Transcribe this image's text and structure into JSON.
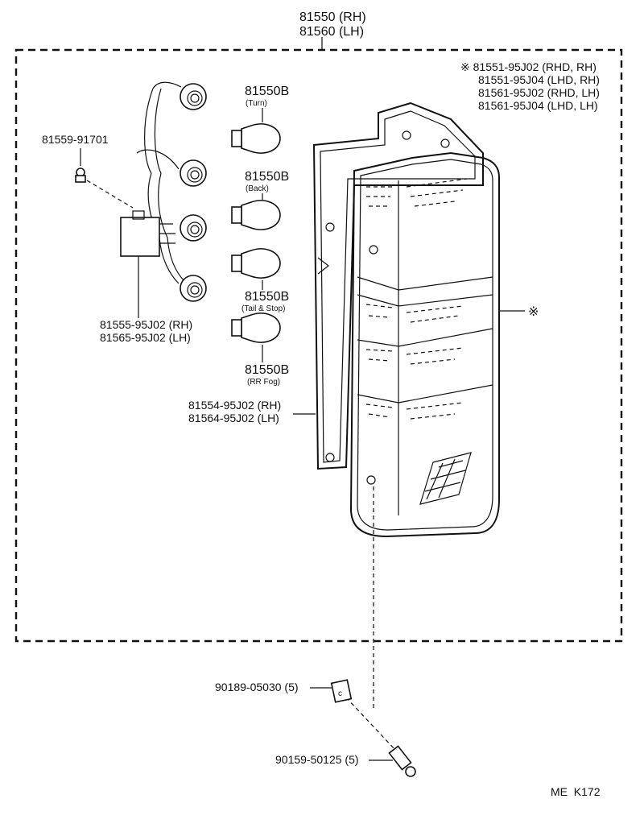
{
  "assembly": {
    "rh": "81550 (RH)",
    "lh": "81560 (LH)"
  },
  "lens_parts": [
    "※ 81551-95J02 (RHD, RH)",
    "81551-95J04 (LHD, RH)",
    "81561-95J02 (RHD, LH)",
    "81561-95J04 (LHD, LH)"
  ],
  "lens_marker": "※",
  "screw_top": "81559-91701",
  "socket_wire": {
    "rh": "81555-95J02 (RH)",
    "lh": "81565-95J02 (LH)"
  },
  "bulbs": [
    {
      "part": "81550B",
      "desc": "(Turn)"
    },
    {
      "part": "81550B",
      "desc": "(Back)"
    },
    {
      "part": "81550B",
      "desc": "(Tail & Stop)"
    },
    {
      "part": "81550B",
      "desc": "(RR Fog)"
    }
  ],
  "gasket": {
    "rh": "81554-95J02 (RH)",
    "lh": "81564-95J02 (LH)"
  },
  "nut": "90189-05030 (5)",
  "screw_bottom": "90159-50125 (5)",
  "diagram_code": "ME  K172"
}
